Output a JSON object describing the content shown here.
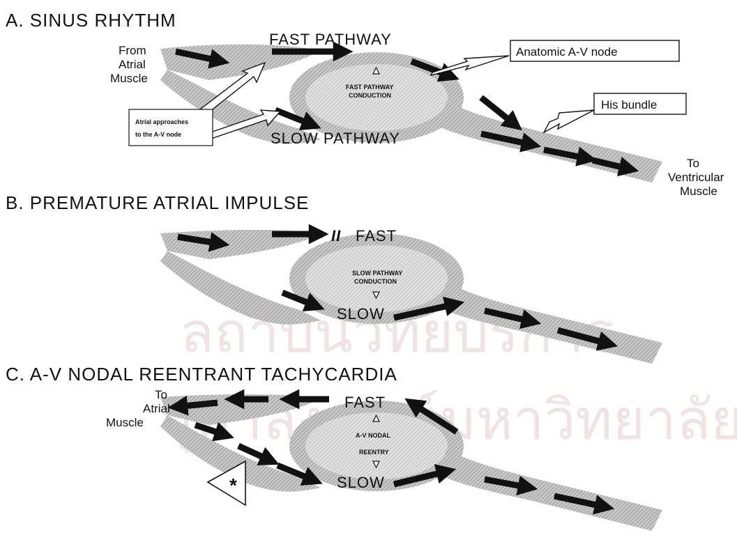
{
  "watermark": {
    "line1": "ลถาบนวทยบรการ",
    "line2": "จุฬาลงกรณ์มหาวิทยาลัย"
  },
  "panel_a": {
    "heading": "A.  SINUS RHYTHM",
    "from_label": [
      "From",
      "Atrial",
      "Muscle"
    ],
    "fast_label": "FAST PATHWAY",
    "slow_label": "SLOW PATHWAY",
    "center_label": [
      "FAST PATHWAY",
      "CONDUCTION"
    ],
    "av_node_label": "Anatomic A-V node",
    "his_bundle_label": "His bundle",
    "atrial_approaches_label": [
      "Atrial approaches",
      "to the A-V node"
    ],
    "to_ventricle_label": [
      "To",
      "Ventricular",
      "Muscle"
    ]
  },
  "panel_b": {
    "heading": "B.  PREMATURE ATRIAL IMPULSE",
    "fast_label": "FAST",
    "block_mark": "II",
    "slow_label": "SLOW",
    "center_label": [
      "SLOW PATHWAY",
      "CONDUCTION"
    ]
  },
  "panel_c": {
    "heading": "C.  A-V NODAL REENTRANT TACHYCARDIA",
    "to_atrial_label": [
      "To",
      "Atrial",
      "Muscle"
    ],
    "fast_label": "FAST",
    "slow_label": "SLOW",
    "center_label": [
      "A-V NODAL",
      "REENTRY"
    ],
    "asterisk": "*"
  }
}
